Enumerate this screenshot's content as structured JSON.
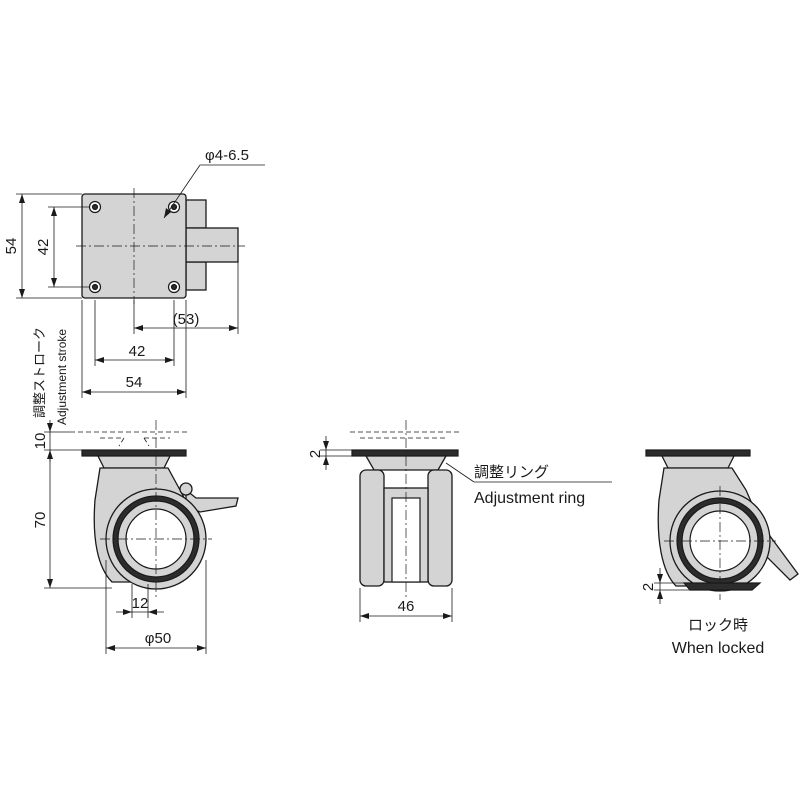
{
  "top_view": {
    "hole_label": "φ4-6.5",
    "dim_height_outer": "54",
    "dim_height_inner": "42",
    "dim_offset": "(53)",
    "dim_width_inner": "42",
    "dim_width_outer": "54"
  },
  "side_view": {
    "stroke_label_jp": "調整ストローク",
    "stroke_label_en": "Adjustment stroke",
    "dim_stroke": "10",
    "dim_height": "70",
    "dim_wheel_width": "12",
    "dim_wheel_dia": "φ50"
  },
  "front_view": {
    "dim_gap": "2",
    "ring_label_jp": "調整リング",
    "ring_label_en": "Adjustment ring",
    "dim_width": "46"
  },
  "locked_view": {
    "dim_gap": "2",
    "caption_jp": "ロック時",
    "caption_en": "When locked"
  }
}
